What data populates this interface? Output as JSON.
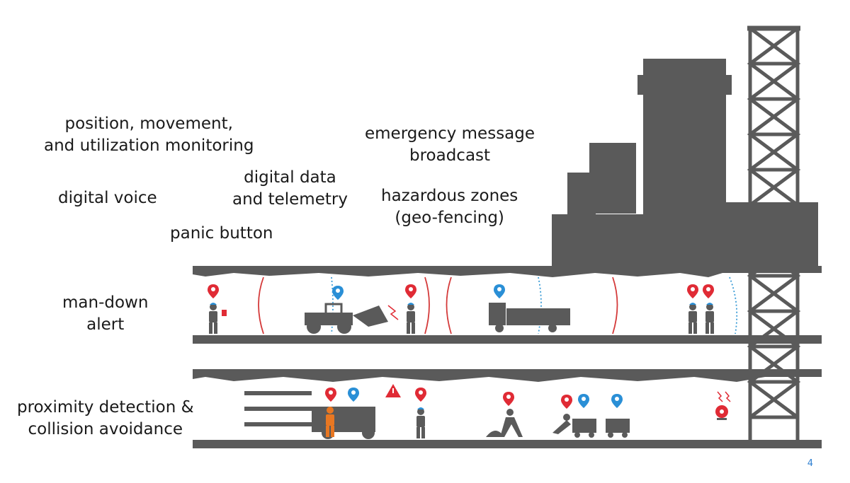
{
  "labels": {
    "position_monitoring": [
      "position, movement,",
      "and utilization monitoring"
    ],
    "emergency_message": [
      "emergency message",
      "broadcast"
    ],
    "digital_data": [
      "digital data",
      "and telemetry"
    ],
    "digital_voice": "digital voice",
    "hazardous_zones": [
      "hazardous zones",
      "(geo-fencing)"
    ],
    "panic_button": "panic button",
    "man_down": [
      "man-down",
      "alert"
    ],
    "proximity": [
      "proximity detection &",
      "collision avoidance"
    ]
  },
  "page_number": "4",
  "colors": {
    "structure": "#5a5a5a",
    "tag_red": "#e02b35",
    "tag_blue": "#2a8fd6",
    "worker_vest": "#e87722",
    "zone_line_red": "#d43a3a",
    "zone_line_blue": "#3a9bd6",
    "page_number": "#2e7fd1"
  },
  "icons": {
    "location_pin": "location-pin-icon",
    "warning": "warning-triangle-icon",
    "alarm": "alarm-bell-icon"
  }
}
